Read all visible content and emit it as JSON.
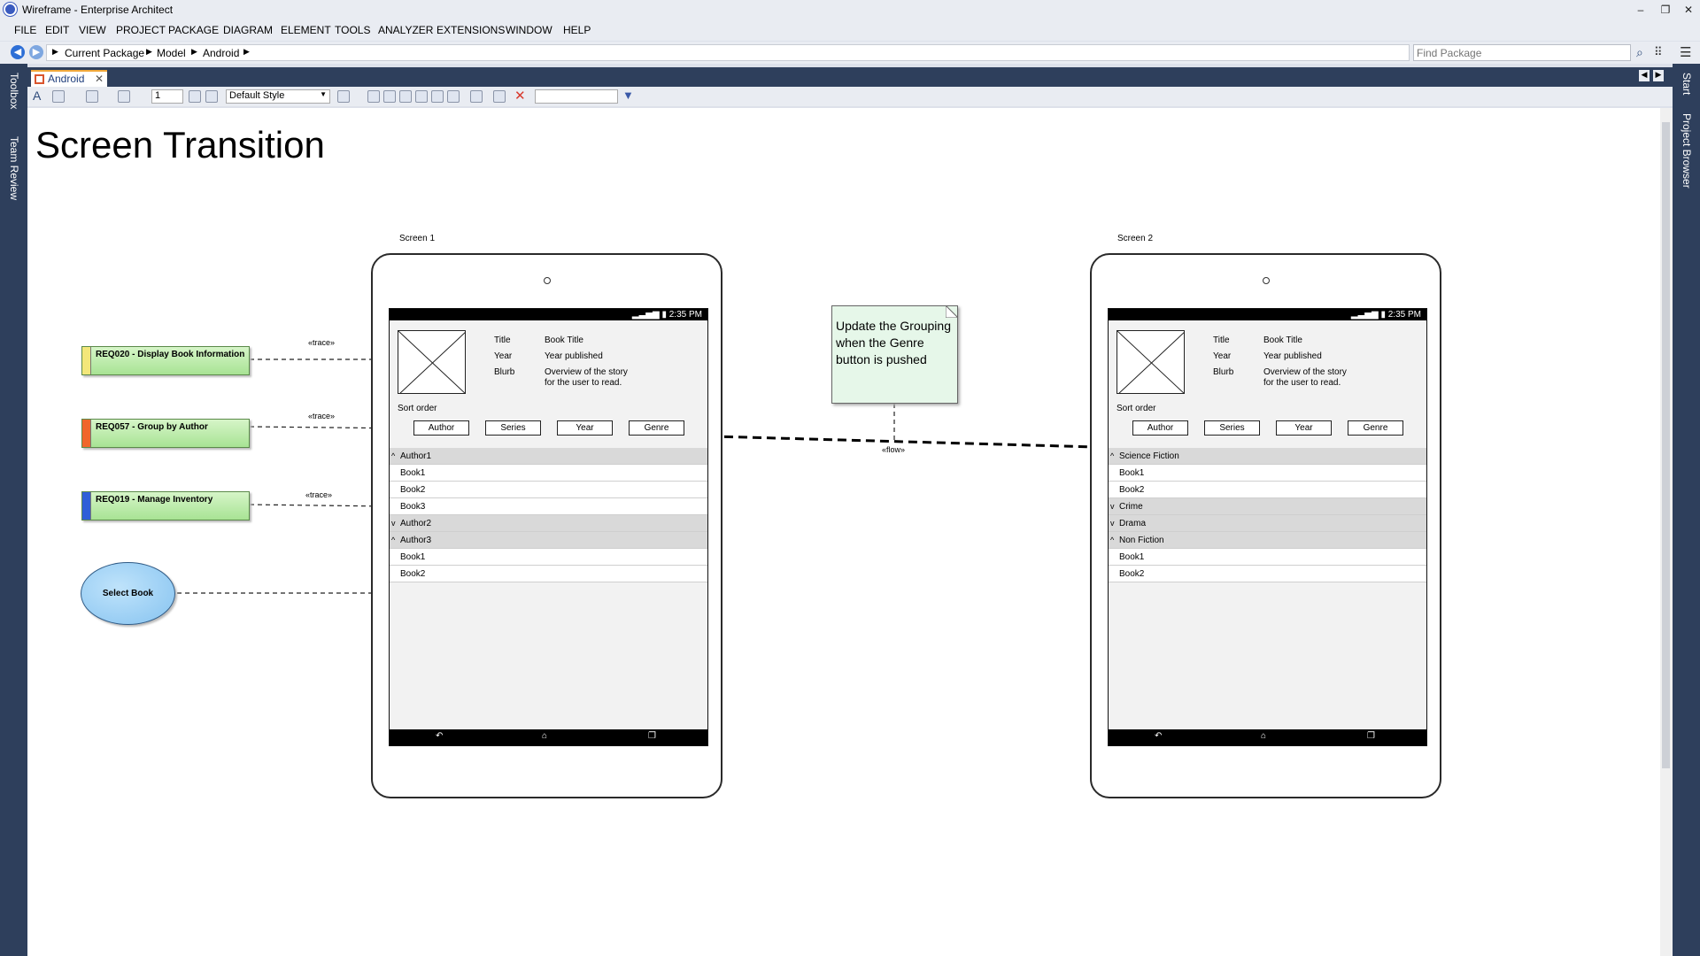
{
  "window": {
    "title": "Wireframe - Enterprise Architect"
  },
  "menu": [
    "FILE",
    "EDIT",
    "VIEW",
    "PROJECT",
    "PACKAGE",
    "DIAGRAM",
    "ELEMENT",
    "TOOLS",
    "ANALYZER",
    "EXTENSIONS",
    "WINDOW",
    "HELP"
  ],
  "breadcrumb": [
    "Current Package",
    "Model",
    "Android"
  ],
  "search": {
    "placeholder": "Find Package"
  },
  "left_panels": [
    "Toolbox",
    "Team Review"
  ],
  "right_panels": [
    "Start",
    "Project Browser"
  ],
  "tab": {
    "label": "Android"
  },
  "toolbar": {
    "line_width": "1",
    "style": "Default Style"
  },
  "diagram": {
    "title": "Screen Transition",
    "screen1": {
      "label": "Screen 1",
      "time": "2:35 PM",
      "fields": [
        {
          "label": "Title",
          "value": "Book Title"
        },
        {
          "label": "Year",
          "value": "Year published"
        },
        {
          "label": "Blurb",
          "value": "Overview of the story for the user to read."
        }
      ],
      "sort_label": "Sort order",
      "buttons": [
        "Author",
        "Series",
        "Year",
        "Genre"
      ],
      "rows": [
        {
          "text": "Author1",
          "group": true,
          "chev": "^"
        },
        {
          "text": "Book1",
          "group": false,
          "chev": ""
        },
        {
          "text": "Book2",
          "group": false,
          "chev": ""
        },
        {
          "text": "Book3",
          "group": false,
          "chev": ""
        },
        {
          "text": "Author2",
          "group": true,
          "chev": "v"
        },
        {
          "text": "Author3",
          "group": true,
          "chev": "^"
        },
        {
          "text": "Book1",
          "group": false,
          "chev": ""
        },
        {
          "text": "Book2",
          "group": false,
          "chev": ""
        }
      ]
    },
    "screen2": {
      "label": "Screen 2",
      "time": "2:35 PM",
      "fields": [
        {
          "label": "Title",
          "value": "Book Title"
        },
        {
          "label": "Year",
          "value": "Year published"
        },
        {
          "label": "Blurb",
          "value": "Overview of the story for the user to read."
        }
      ],
      "sort_label": "Sort order",
      "buttons": [
        "Author",
        "Series",
        "Year",
        "Genre"
      ],
      "rows": [
        {
          "text": "Science Fiction",
          "group": true,
          "chev": "^"
        },
        {
          "text": "Book1",
          "group": false,
          "chev": ""
        },
        {
          "text": "Book2",
          "group": false,
          "chev": ""
        },
        {
          "text": "Crime",
          "group": true,
          "chev": "v"
        },
        {
          "text": "Drama",
          "group": true,
          "chev": "v"
        },
        {
          "text": "Non Fiction",
          "group": true,
          "chev": "^"
        },
        {
          "text": "Book1",
          "group": false,
          "chev": ""
        },
        {
          "text": "Book2",
          "group": false,
          "chev": ""
        }
      ]
    },
    "requirements": [
      {
        "text": "REQ020 - Display Book Information",
        "color": "#f3e77a"
      },
      {
        "text": "REQ057 - Group by Author",
        "color": "#f0662a"
      },
      {
        "text": "REQ019 - Manage Inventory",
        "color": "#2f5fd8"
      }
    ],
    "use_case": "Select Book",
    "note": "Update the Grouping when the Genre button is pushed",
    "trace_label": "«trace»",
    "flow_label": "«flow»"
  }
}
